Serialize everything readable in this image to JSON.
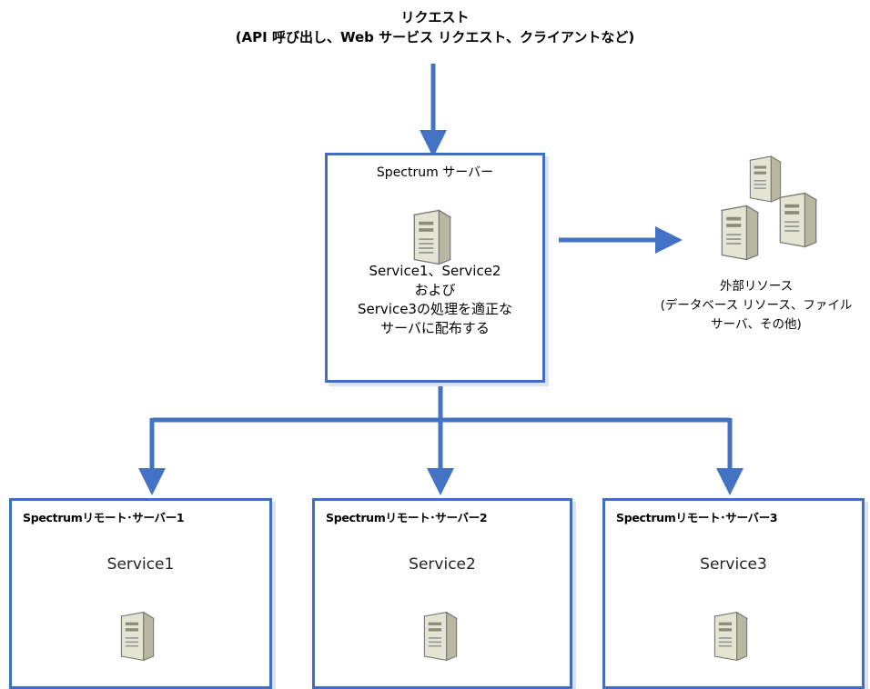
{
  "request": {
    "line1": "リクエスト",
    "line2": "(API 呼び出し、Web サービス リクエスト、クライアントなど)"
  },
  "spectrum_server": {
    "title": "Spectrum サーバー",
    "description": [
      "Service1、Service2",
      "および",
      "Service3の処理を適正な",
      "サーバに配布する"
    ]
  },
  "external_resources": {
    "label": [
      "外部リソース",
      "(データベース リソース、ファイル",
      "サーバ、その他)"
    ]
  },
  "remote_servers": [
    {
      "title": "Spectrumリモート･サーバー1",
      "service": "Service1"
    },
    {
      "title": "Spectrumリモート･サーバー2",
      "service": "Service2"
    },
    {
      "title": "Spectrumリモート･サーバー3",
      "service": "Service3"
    }
  ],
  "colors": {
    "arrow": "#4472c4",
    "box_border": "#3f6fc4",
    "server_body": "#e4e4d2",
    "server_side": "#b8b8a0"
  },
  "icons": [
    "server-icon"
  ]
}
